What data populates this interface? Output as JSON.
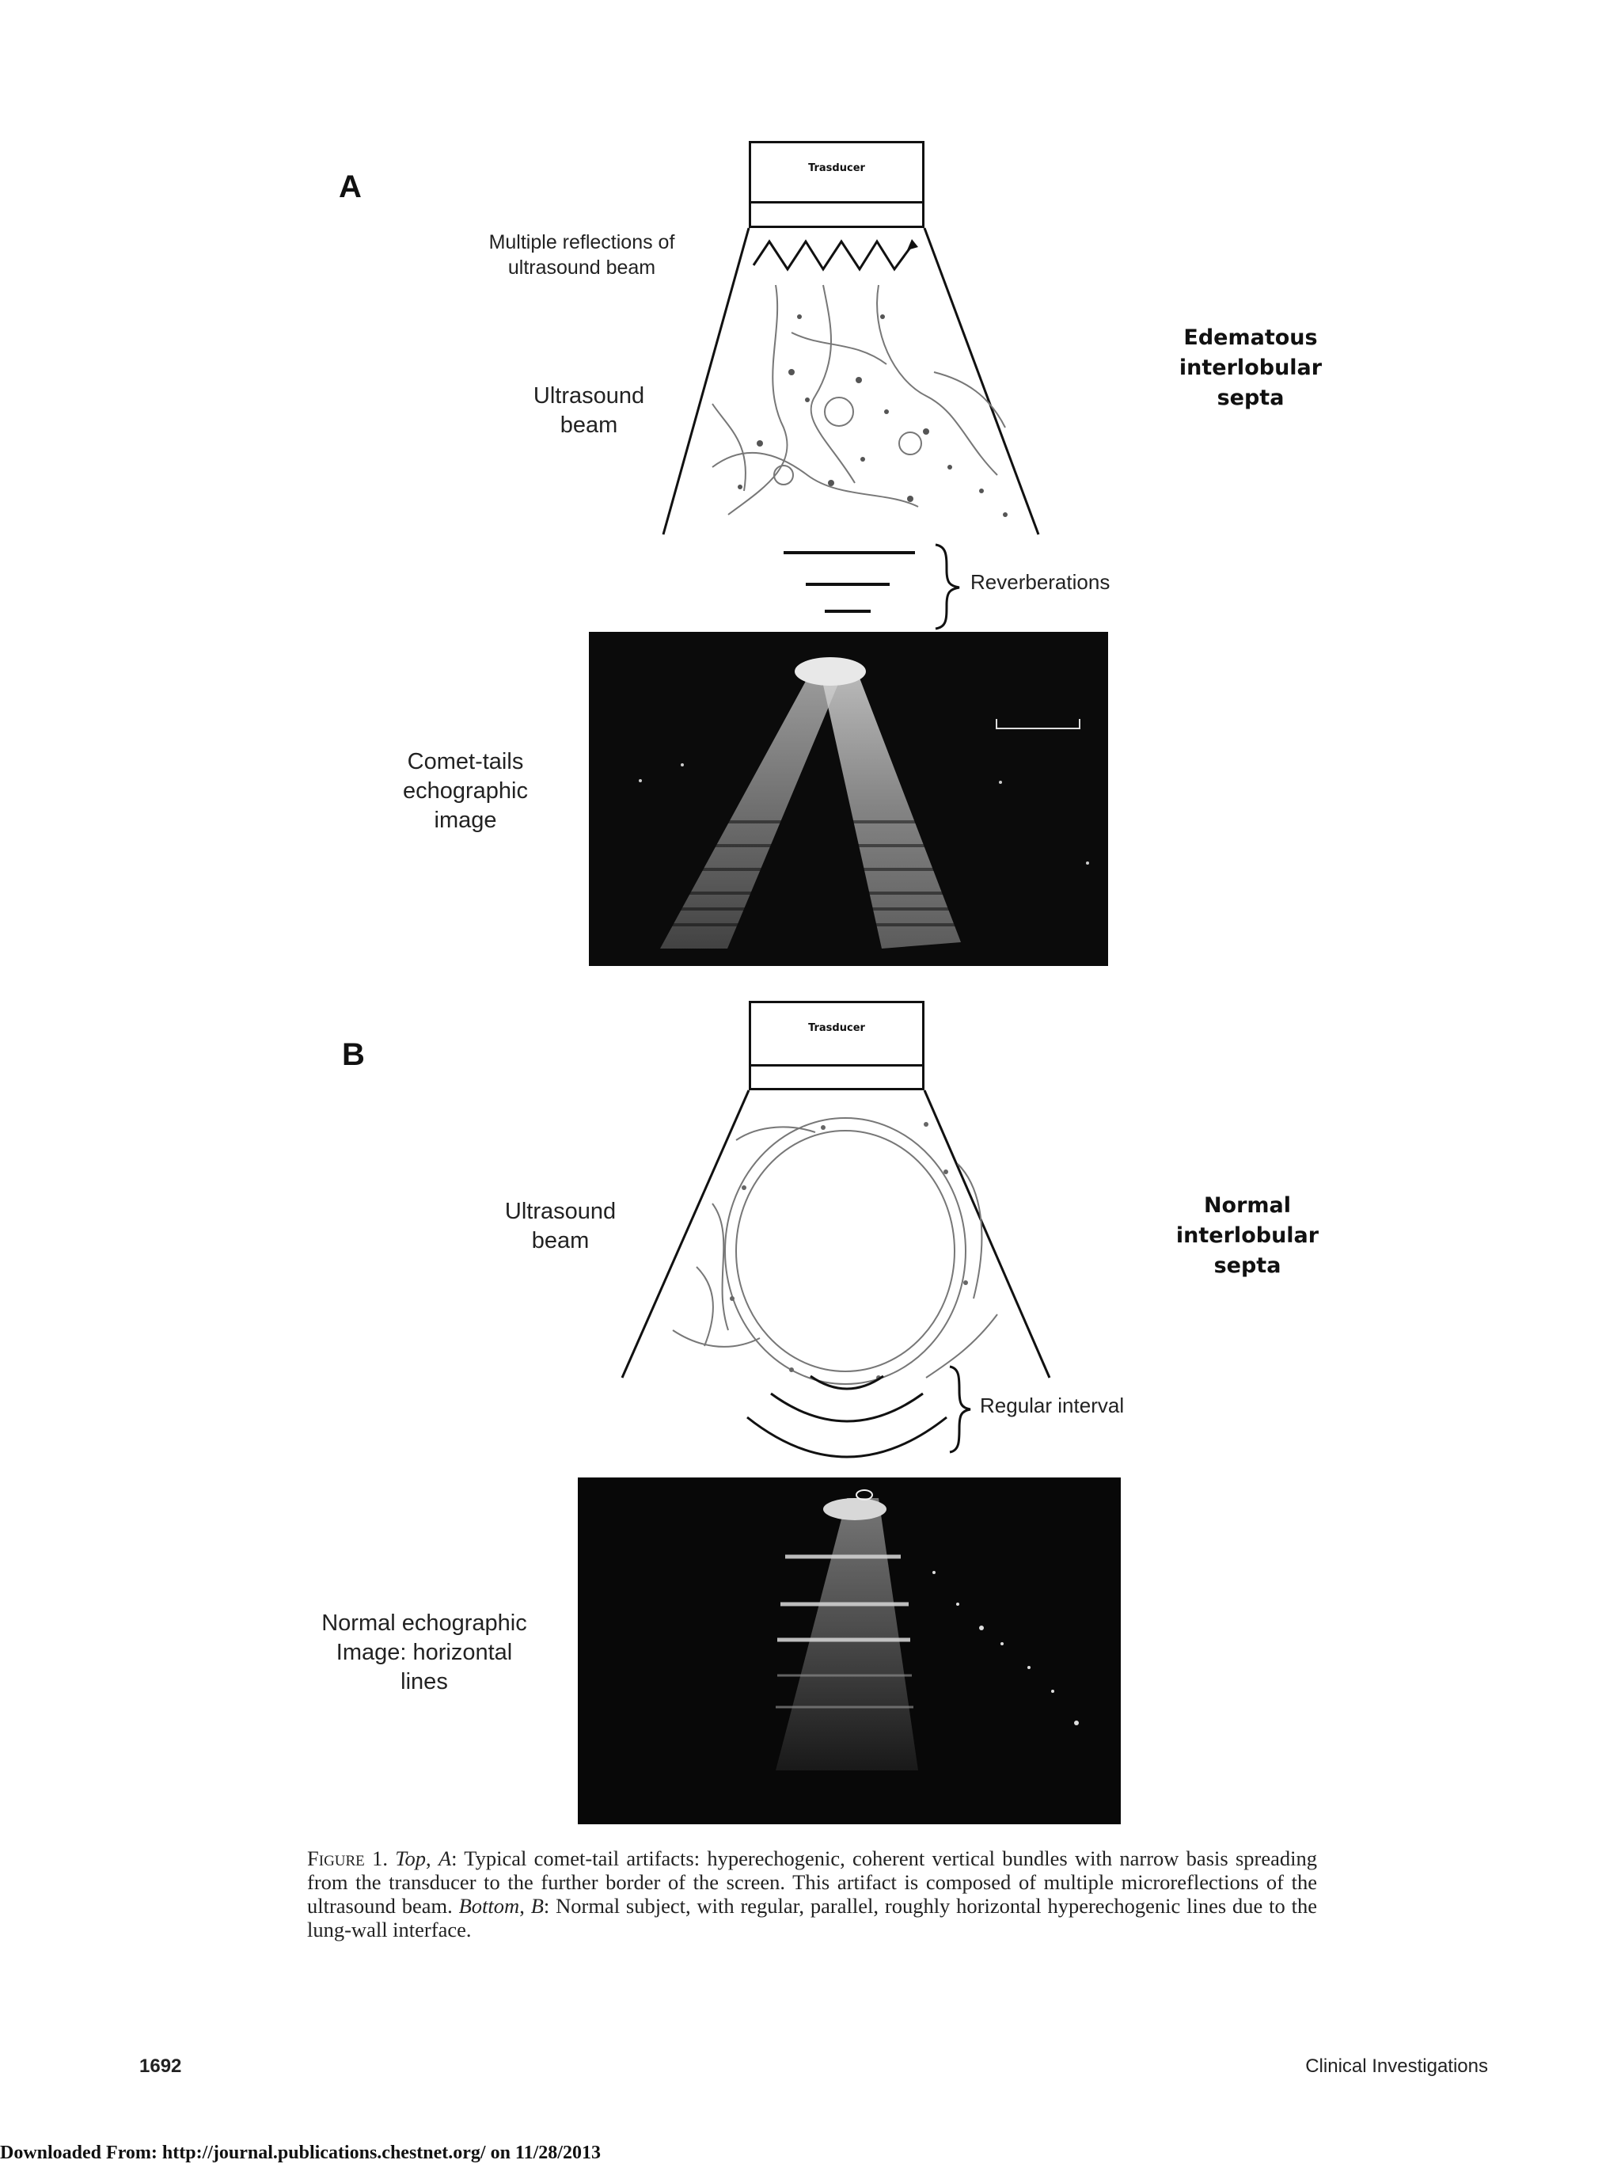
{
  "panel_a": {
    "letter": "A",
    "transducer": "Trasducer",
    "reflections_label": "Multiple reflections of ultrasound beam",
    "reflections_line1": "Multiple reflections of",
    "reflections_line2": "ultrasound beam",
    "beam_line1": "Ultrasound",
    "beam_line2": "beam",
    "side_line1": "Edematous",
    "side_line2": "interlobular",
    "side_line3": "septa",
    "reverb_label": "Reverberations",
    "image_line1": "Comet-tails",
    "image_line2": "echographic",
    "image_line3": "image"
  },
  "panel_b": {
    "letter": "B",
    "transducer": "Trasducer",
    "beam_line1": "Ultrasound",
    "beam_line2": "beam",
    "side_line1": "Normal",
    "side_line2": "interlobular",
    "side_line3": "septa",
    "interval_label": "Regular interval",
    "image_line1": "Normal echographic",
    "image_line2": "Image: horizontal",
    "image_line3": "lines"
  },
  "caption": {
    "figure_label": "Figure 1.",
    "top": "Top",
    "a": "A",
    "text_a": ": Typical comet-tail artifacts: hyperechogenic, coherent vertical bundles with narrow basis spreading from the transducer to the further border of the screen. This artifact is composed of multiple microreflections of the ultrasound beam. ",
    "bottom": "Bottom",
    "b": "B",
    "text_b": ": Normal subject, with regular, parallel, roughly horizontal hyperechogenic lines due to the lung-wall interface."
  },
  "footer": {
    "page_number": "1692",
    "section": "Clinical Investigations",
    "download": "Downloaded From: http://journal.publications.chestnet.org/ on 11/28/2013"
  }
}
